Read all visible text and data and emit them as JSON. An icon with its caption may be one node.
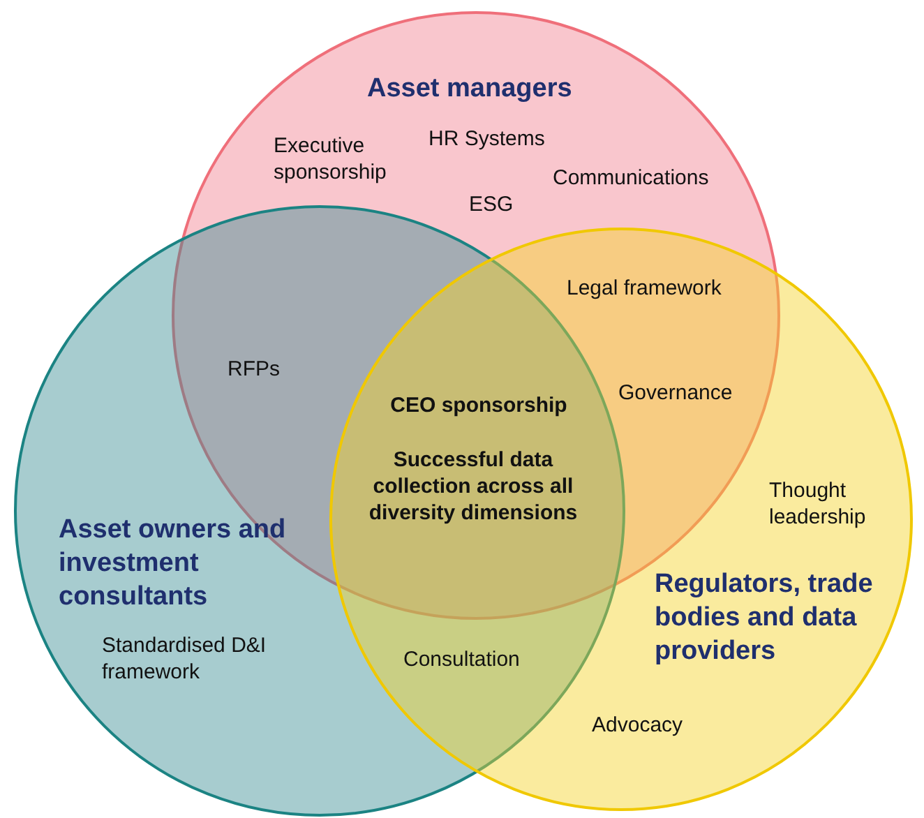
{
  "diagram": {
    "nodes": [
      {
        "text": [
          "Asset managers"
        ]
      },
      {
        "text": [
          "Asset owners and investment consultants"
        ]
      },
      {
        "text": [
          "Regulators, trade bodies and data providers"
        ]
      }
    ],
    "labels": [
      "HR Systems",
      "Executive sponsorship",
      "Communications",
      "ESG",
      "Legal framework",
      "RFPs",
      "Governance",
      "CEO sponsorship",
      "Successful data collection across all diversity dimensions",
      "Thought leadership",
      "Standardised D&I framework",
      "Consultation",
      "Advocacy"
    ]
  }
}
